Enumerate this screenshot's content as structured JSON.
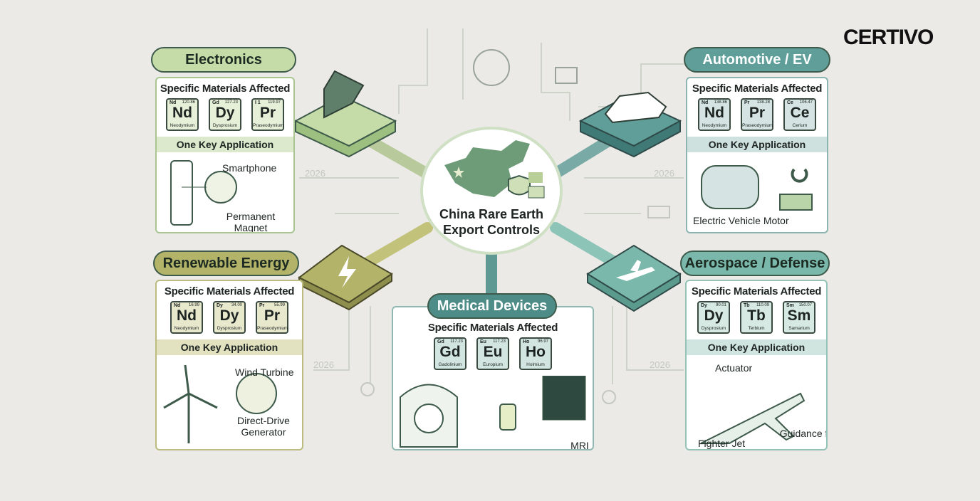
{
  "logo": "CERTIVO",
  "center": {
    "title_line1": "China Rare Earth",
    "title_line2": "Export Controls"
  },
  "year_labels": [
    "2026",
    "2026",
    "2026",
    "2026"
  ],
  "colors": {
    "background": "#ebeae6",
    "electronics": "#c6dca8",
    "automotive": "#5f9e99",
    "renewable": "#b3b46a",
    "aerospace": "#79b8aa",
    "medical": "#4e8c87"
  },
  "panels": [
    {
      "id": "electronics",
      "title": "Electronics",
      "materials_label": "Specific Materials Affected",
      "application_label": "One Key Application",
      "tiles": [
        {
          "abbr": "Nd",
          "weight": "120.86",
          "symbol": "Nd",
          "name": "Neodymium"
        },
        {
          "abbr": "Gd",
          "weight": "127.23",
          "symbol": "Dy",
          "name": "Dysprosium"
        },
        {
          "abbr": "I 1",
          "weight": "119.97",
          "symbol": "Pr",
          "name": "Praseodymium"
        }
      ],
      "app_labels": [
        "Smartphone",
        "Permanent Magnet"
      ]
    },
    {
      "id": "automotive",
      "title": "Automotive / EV",
      "materials_label": "Specific Materials Affected",
      "application_label": "One Key Application",
      "tiles": [
        {
          "abbr": "Nd",
          "weight": "138.86",
          "symbol": "Nd",
          "name": "Neodymium"
        },
        {
          "abbr": "Pr",
          "weight": "138.28",
          "symbol": "Pr",
          "name": "Praseodymium"
        },
        {
          "abbr": "Ce",
          "weight": "106.47",
          "symbol": "Ce",
          "name": "Cerium"
        }
      ],
      "app_labels": [
        "Electric Vehicle Motor"
      ]
    },
    {
      "id": "renewable",
      "title": "Renewable Energy",
      "materials_label": "Specific Materials Affected",
      "application_label": "One Key Application",
      "tiles": [
        {
          "abbr": "Nd",
          "weight": "16.99",
          "symbol": "Nd",
          "name": "Neodymium"
        },
        {
          "abbr": "Dy",
          "weight": "34.00",
          "symbol": "Dy",
          "name": "Dysprosium"
        },
        {
          "abbr": "Pr",
          "weight": "55.99",
          "symbol": "Pr",
          "name": "Praseodymium"
        }
      ],
      "app_labels": [
        "Wind Turbine",
        "Direct-Drive Generator"
      ]
    },
    {
      "id": "aerospace",
      "title": "Aerospace / Defense",
      "materials_label": "Specific Materials Affected",
      "application_label": "One Key Application",
      "tiles": [
        {
          "abbr": "Dy",
          "weight": "90.01",
          "symbol": "Dy",
          "name": "Dysprosium"
        },
        {
          "abbr": "Tb",
          "weight": "110.09",
          "symbol": "Tb",
          "name": "Terbium"
        },
        {
          "abbr": "Sm",
          "weight": "150.07",
          "symbol": "Sm",
          "name": "Samarium"
        }
      ],
      "app_labels": [
        "Actuator",
        "Fighter Jet",
        "Guidance fin"
      ]
    },
    {
      "id": "medical",
      "title": "Medical Devices",
      "materials_label": "Specific Materials Affected",
      "application_label": "",
      "tiles": [
        {
          "abbr": "Gd",
          "weight": "117.23",
          "symbol": "Gd",
          "name": "Gadolinium"
        },
        {
          "abbr": "Eu",
          "weight": "117.23",
          "symbol": "Eu",
          "name": "Europium"
        },
        {
          "abbr": "Ho",
          "weight": "96.97",
          "symbol": "Ho",
          "name": "Holmium"
        }
      ],
      "app_labels": [
        "MRI Contrast Agent"
      ]
    }
  ]
}
